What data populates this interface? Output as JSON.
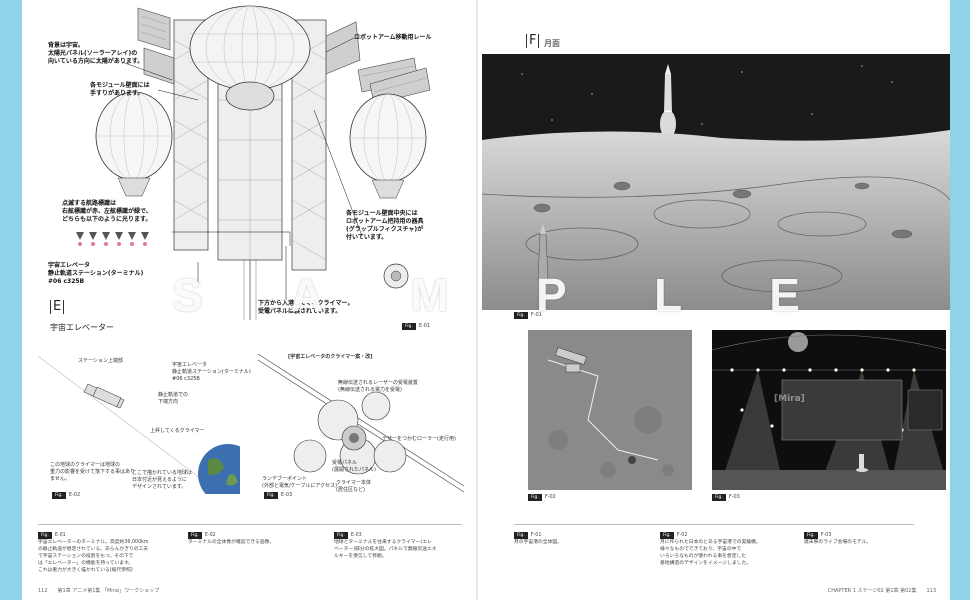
{
  "left_page": {
    "section_letter": "E",
    "section_title": "宇宙エレベーター",
    "annotations": {
      "sun_note": "背景は宇宙。\n太陽光パネル(ソーラーアレイ)の\n向いている方向に太陽があります。",
      "rail_note": "ロボットアーム移動用レール",
      "handrail_note": "各モジュール壁面には\n手すりがあります。",
      "nav_lights_note": "点滅する航路標識は\n右舷標識が赤、左舷標識が緑で、\nどちらも以下のように光ります。",
      "grapple_note": "各モジュール壁面中央には\nロボットアーム把持用の器具\n(グラップルフィクスチャ)が\n付いています。",
      "station_label": "宇宙エレベータ\n静止軌道ステーション(ターミナル)\n#06 c325B",
      "climber_note": "下方から入港してくるクライマー。\n受電パネルは装されています。"
    },
    "fig_e01_label": "E-01",
    "fig_e02": {
      "label": "E-02",
      "station_text": "宇宙エレベータ\n静止軌道ステーション(ターミナル)\n#06 c325B",
      "upper_text": "ステーション上端部",
      "lower_text": "静止軌道での\n下端方向",
      "climber_text": "上昇してくるクライマー",
      "left_note": "この地球のクライマーは地球の\n重力の影響を受けて落下する事はあり\nません。",
      "right_note": "ここで描かれている地球は\n日本付近が見えるように\nデザインされています。"
    },
    "fig_e03": {
      "label": "E-03",
      "title": "[宇宙エレベータのクライマー案・改]",
      "note1": "無線伝送されるレーザーの受電装置\n(無線伝送される電力を受電)",
      "note2": "テザーをつかむローラー(走行用)",
      "note3": "ランデブーポイント\n(外部と電気/ケーブルにアクセス)",
      "note4": "クライマー本体\n(居住区など)",
      "note5": "受電パネル\n(展開されたパネル)"
    },
    "captions": [
      {
        "tag": "Fig.",
        "ref": "E-01",
        "text": "宇宙エレベーターのターミナル。高度約36,000km\nの静止軌道が想定されている。あらんかぎりの工夫\nで宇宙ステーションの役割をもつ。その下で\nは「エレベーター」の機能を持っています。\nこれは重力が大きく描かれている(縮尺参照)"
      },
      {
        "tag": "Fig.",
        "ref": "E-02",
        "text": "ターミナルの全体像が確認できる画像。"
      },
      {
        "tag": "Fig.",
        "ref": "E-03",
        "text": "地球とターミナルを往来するクライマー(エレ\nベーター)部分の拡大図。パネルで無線伝送エネ\nルギーを受信して移動。"
      }
    ],
    "folio": "112　　第1章 アニメ第1集 「Mirai」ワークショップ"
  },
  "right_page": {
    "section_letter": "F",
    "section_title": "月面",
    "fig_f01_label": "F-01",
    "fig_f02_label": "F-02",
    "fig_f03_label": "F-03",
    "stage_sign": "[Mira]",
    "captions": [
      {
        "tag": "Fig.",
        "ref": "F-01",
        "text": "月の宇宙港の全体図。"
      },
      {
        "tag": "Fig.",
        "ref": "F-02",
        "text": "月に作られた日本のとある宇宙港での実験機。\n様々なものでできており、宇宙の中で\nいろいろなものが使われる事を想定した\n基地構造のデザインをイメージしました。"
      },
      {
        "tag": "Fig.",
        "ref": "F-03",
        "text": "歳末祭のライブ会場のモデル。"
      }
    ],
    "folio": "CHAPTER 1 ステージ02 第1章 第02集　　113"
  },
  "watermark": [
    "S",
    "A",
    "M",
    "P",
    "L",
    "E"
  ],
  "colors": {
    "background": "#8fd3ea",
    "page": "#ffffff",
    "nav_red": "#e07aa0"
  }
}
